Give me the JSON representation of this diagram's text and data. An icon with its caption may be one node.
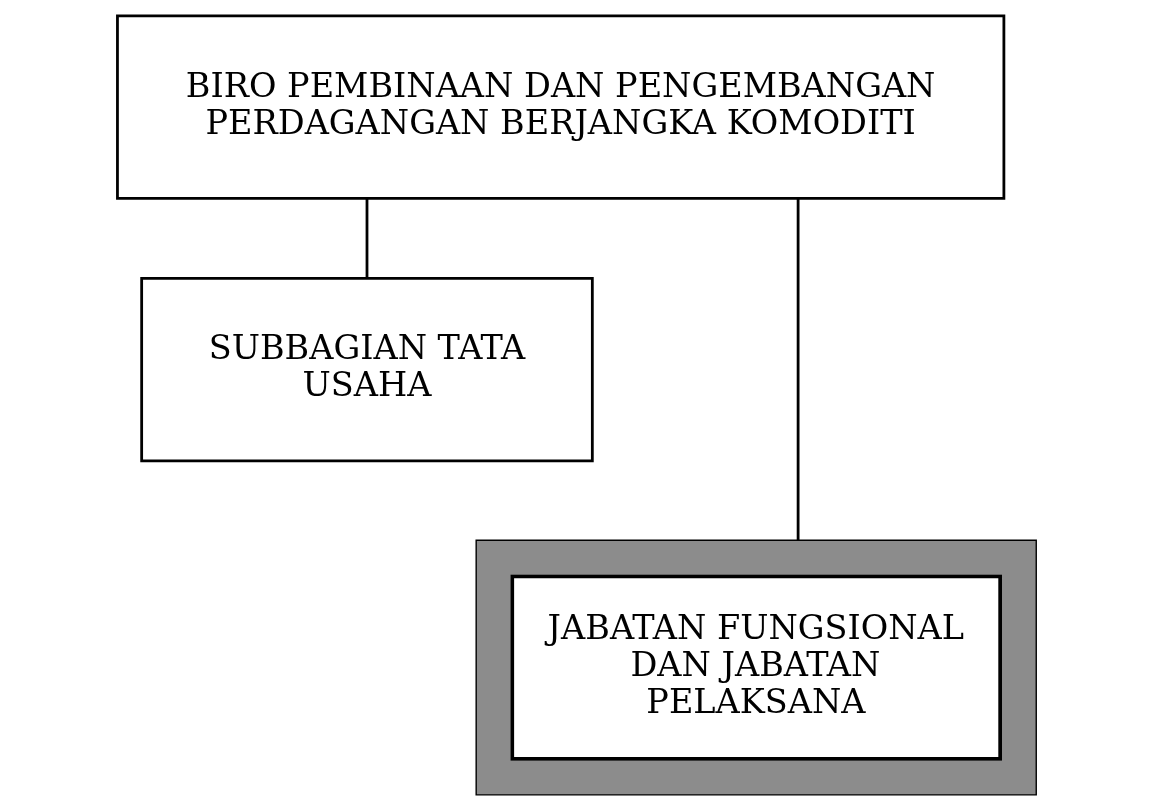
{
  "diagram": {
    "nodes": [
      {
        "text": [
          "BIRO PEMBINAAN DAN PENGEMBANGAN PERDAGANGAN BERJANGKA KOMODITI"
        ]
      },
      {
        "text": [
          "SUBBAGIAN TATA USAHA"
        ]
      },
      {
        "text": [
          "JABATAN FUNGSIONAL DAN JABATAN PELAKSANA"
        ]
      }
    ],
    "edges": [
      {
        "from": 0,
        "to": 1,
        "arrow": "none"
      },
      {
        "from": 0,
        "to": 2,
        "arrow": "none"
      }
    ]
  }
}
